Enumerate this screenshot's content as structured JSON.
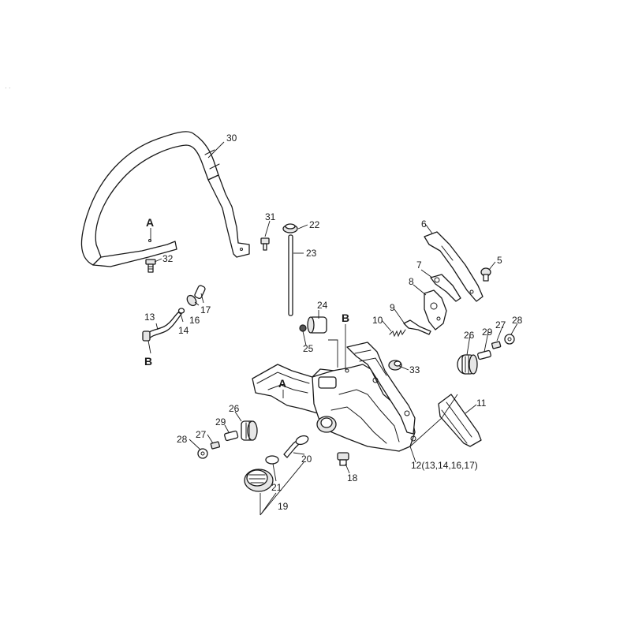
{
  "callouts": {
    "c5": "5",
    "c6": "6",
    "c7": "7",
    "c8": "8",
    "c9": "9",
    "c10": "10",
    "c11": "11",
    "c12": "12(13,14,16,17)",
    "c13": "13",
    "c14": "14",
    "c16": "16",
    "c17": "17",
    "c18": "18",
    "c19": "19",
    "c20": "20",
    "c21": "21",
    "c22": "22",
    "c23": "23",
    "c24": "24",
    "c25": "25",
    "c26a": "26",
    "c26b": "26",
    "c27a": "27",
    "c27b": "27",
    "c28a": "28",
    "c28b": "28",
    "c29a": "29",
    "c29b": "29",
    "c30": "30",
    "c31": "31",
    "c32": "32",
    "c33": "33"
  },
  "refs": {
    "a_top": "A",
    "a_bottom": "A",
    "b_left": "B",
    "b_center": "B"
  },
  "corner_mark": "· ·"
}
